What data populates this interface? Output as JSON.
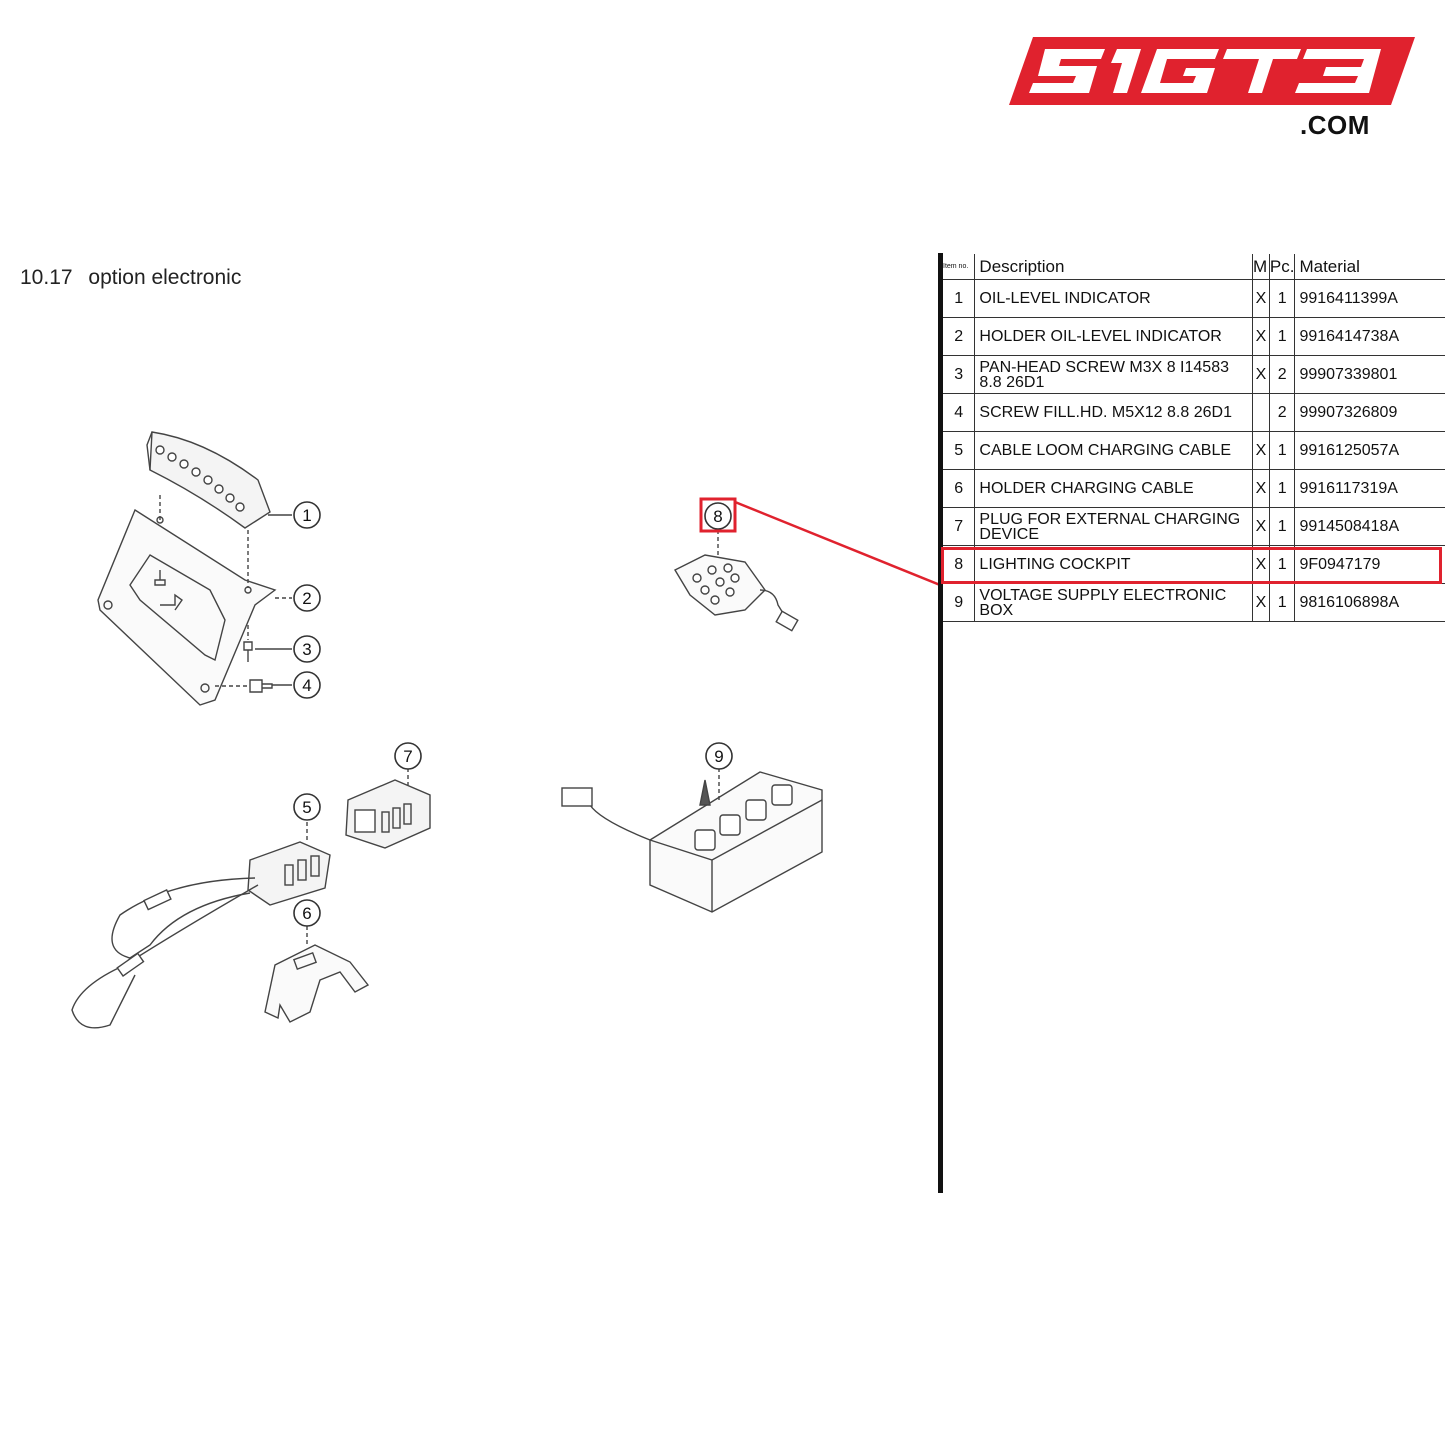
{
  "brand": {
    "logo_text": "SIGT3",
    "domain_suffix": ".COM",
    "color": "#e0222e"
  },
  "section": {
    "number": "10.17",
    "title": "option electronic"
  },
  "table": {
    "headers": {
      "item": "Item no.",
      "description": "Description",
      "m": "M",
      "pc": "Pc.",
      "material": "Material"
    },
    "rows": [
      {
        "item": "1",
        "description": "OIL-LEVEL INDICATOR",
        "m": "X",
        "pc": "1",
        "material": "9916411399A"
      },
      {
        "item": "2",
        "description": "HOLDER OIL-LEVEL INDICATOR",
        "m": "X",
        "pc": "1",
        "material": "9916414738A"
      },
      {
        "item": "3",
        "description": "PAN-HEAD SCREW M3X 8 I14583 8.8 26D1",
        "m": "X",
        "pc": "2",
        "material": "99907339801"
      },
      {
        "item": "4",
        "description": "SCREW FILL.HD. M5X12 8.8 26D1",
        "m": "",
        "pc": "2",
        "material": "99907326809"
      },
      {
        "item": "5",
        "description": "CABLE LOOM CHARGING CABLE",
        "m": "X",
        "pc": "1",
        "material": "9916125057A"
      },
      {
        "item": "6",
        "description": "HOLDER CHARGING CABLE",
        "m": "X",
        "pc": "1",
        "material": "9916117319A"
      },
      {
        "item": "7",
        "description": "PLUG FOR EXTERNAL CHARGING DEVICE",
        "m": "X",
        "pc": "1",
        "material": "9914508418A"
      },
      {
        "item": "8",
        "description": "LIGHTING COCKPIT",
        "m": "X",
        "pc": "1",
        "material": "9F0947179"
      },
      {
        "item": "9",
        "description": "VOLTAGE SUPPLY ELECTRONIC BOX",
        "m": "X",
        "pc": "1",
        "material": "9816106898A"
      }
    ],
    "highlighted_item": "8",
    "highlight_color": "#e0222e"
  },
  "callouts": [
    "1",
    "2",
    "3",
    "4",
    "5",
    "6",
    "7",
    "8",
    "9"
  ]
}
